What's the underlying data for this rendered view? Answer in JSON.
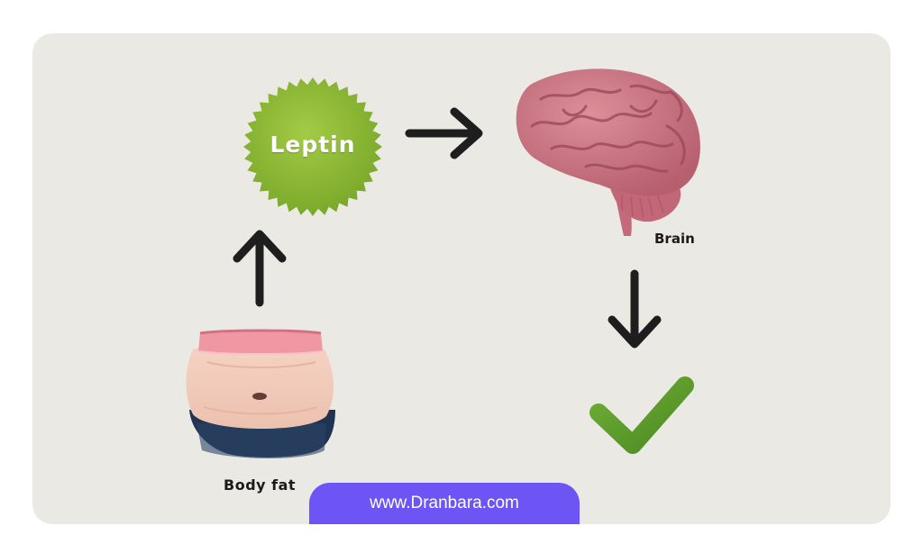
{
  "diagram": {
    "nodes": {
      "leptin": {
        "label": "Leptin",
        "icon": "leptin-badge-icon",
        "color": "#8dbb35"
      },
      "brain": {
        "label": "Brain",
        "icon": "brain-icon",
        "color": "#c8707e"
      },
      "body_fat": {
        "label": "Body fat",
        "icon": "belly-icon"
      },
      "result": {
        "icon": "checkmark-icon",
        "color": "#5b9b2c"
      }
    },
    "edges": [
      {
        "from": "body_fat",
        "to": "leptin"
      },
      {
        "from": "leptin",
        "to": "brain"
      },
      {
        "from": "brain",
        "to": "result"
      }
    ]
  },
  "footer": {
    "website": "www.Dranbara.com",
    "background": "#6d54f5"
  },
  "colors": {
    "card_background": "#ebe9e3",
    "arrow": "#1e1e1e"
  }
}
